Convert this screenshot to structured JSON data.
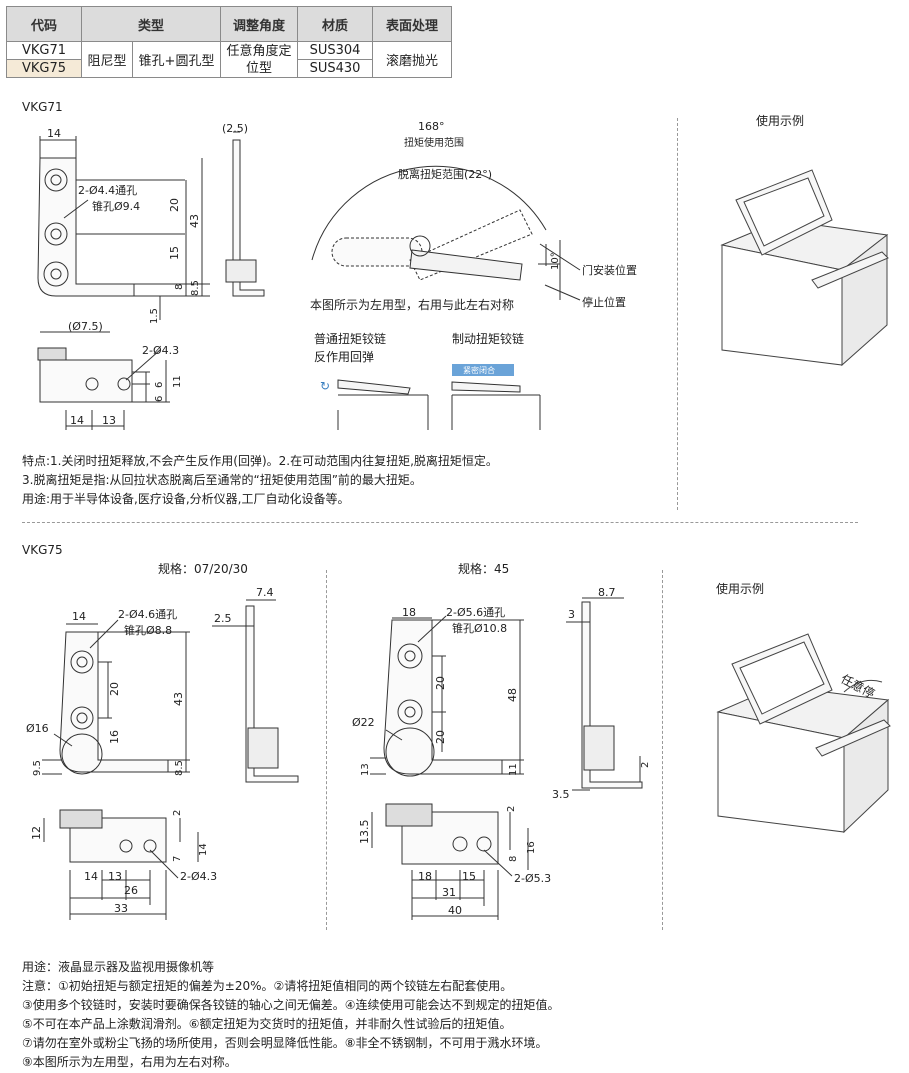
{
  "table": {
    "headers": [
      "代码",
      "类型",
      "调整角度",
      "材质",
      "表面处理"
    ],
    "codes": [
      "VKG71",
      "VKG75"
    ],
    "type_a": "阻尼型",
    "type_b": "锥孔+圆孔型",
    "angle": "任意角度定位型",
    "materials": [
      "SUS304",
      "SUS430"
    ],
    "surface": "滚磨抛光"
  },
  "vkg71": {
    "title": "VKG71",
    "dims": {
      "w14": "14",
      "t25": "(2.5)",
      "d20": "20",
      "d43": "43",
      "d15": "15",
      "d8": "8",
      "d85": "8.5",
      "d15b": "1.5",
      "d75": "(Ø7.5)",
      "hole2": "2-Ø4.3",
      "d6a": "6",
      "d11": "11",
      "d6b": "6",
      "b14": "14",
      "b13": "13",
      "hole_a": "2-Ø4.4通孔",
      "hole_b": "锥孔Ø9.4"
    },
    "rotation": {
      "angle": "168°",
      "angle_label": "扭矩使用范围",
      "release": "脱离扭矩范围(22°)",
      "d10": "10°",
      "door": "门安装位置",
      "stop": "停止位置"
    },
    "note_left": "本图所示为左用型，右用与此左右对称",
    "normal_label": "普通扭矩铰链",
    "normal_label2": "反作用回弹",
    "brake_label": "制动扭矩铰链",
    "brake_tag": "紧密闭合",
    "example": "使用示例",
    "features": [
      "特点:1.关闭时扭矩释放,不会产生反作用(回弹)。2.在可动范围内往复扭矩,脱离扭矩恒定。",
      "3.脱离扭矩是指:从回拉状态脱离后至通常的“扭矩使用范围”前的最大扭矩。",
      "用途:用于半导体设备,医疗设备,分析仪器,工厂自动化设备等。"
    ]
  },
  "vkg75": {
    "title": "VKG75",
    "spec_a": "规格：07/20/30",
    "spec_b": "规格：45",
    "example": "使用示例",
    "any_stop": "任意停",
    "a": {
      "w14": "14",
      "hole_a": "2-Ø4.6通孔",
      "hole_b": "锥孔Ø8.8",
      "d20": "20",
      "d43": "43",
      "d16": "16",
      "ø16": "Ø16",
      "d95": "9.5",
      "d85": "8.5",
      "t74": "7.4",
      "t25": "2.5",
      "d12": "12",
      "d2": "2",
      "d7": "7",
      "d14": "14",
      "b14": "14",
      "b13": "13",
      "b26": "26",
      "b33": "33",
      "hole2": "2-Ø4.3"
    },
    "b": {
      "w18": "18",
      "hole_a": "2-Ø5.6通孔",
      "hole_b": "锥孔Ø10.8",
      "d20": "20",
      "d48": "48",
      "d20b": "20",
      "ø22": "Ø22",
      "d13": "13",
      "d11": "11",
      "t87": "8.7",
      "t3": "3",
      "t2": "2",
      "t35": "3.5",
      "d135": "13.5",
      "d2": "2",
      "d8": "8",
      "d16": "16",
      "b18": "18",
      "b15": "15",
      "b31": "31",
      "b40": "40",
      "hole2": "2-Ø5.3"
    },
    "notes": [
      "用途：液晶显示器及监视用摄像机等",
      "注意：①初始扭矩与额定扭矩的偏差为±20%。②请将扭矩值相同的两个铰链左右配套使用。",
      "③使用多个铰链时，安装时要确保各铰链的轴心之间无偏差。④连续使用可能会达不到规定的扭矩值。",
      "⑤不可在本产品上涂敷润滑剂。⑥额定扭矩为交货时的扭矩值，并非耐久性试验后的扭矩值。",
      "⑦请勿在室外或粉尘飞扬的场所使用，否则会明显降低性能。⑧非全不锈钢制，不可用于溅水环境。",
      "⑨本图所示为左用型，右用为左右对称。"
    ]
  }
}
